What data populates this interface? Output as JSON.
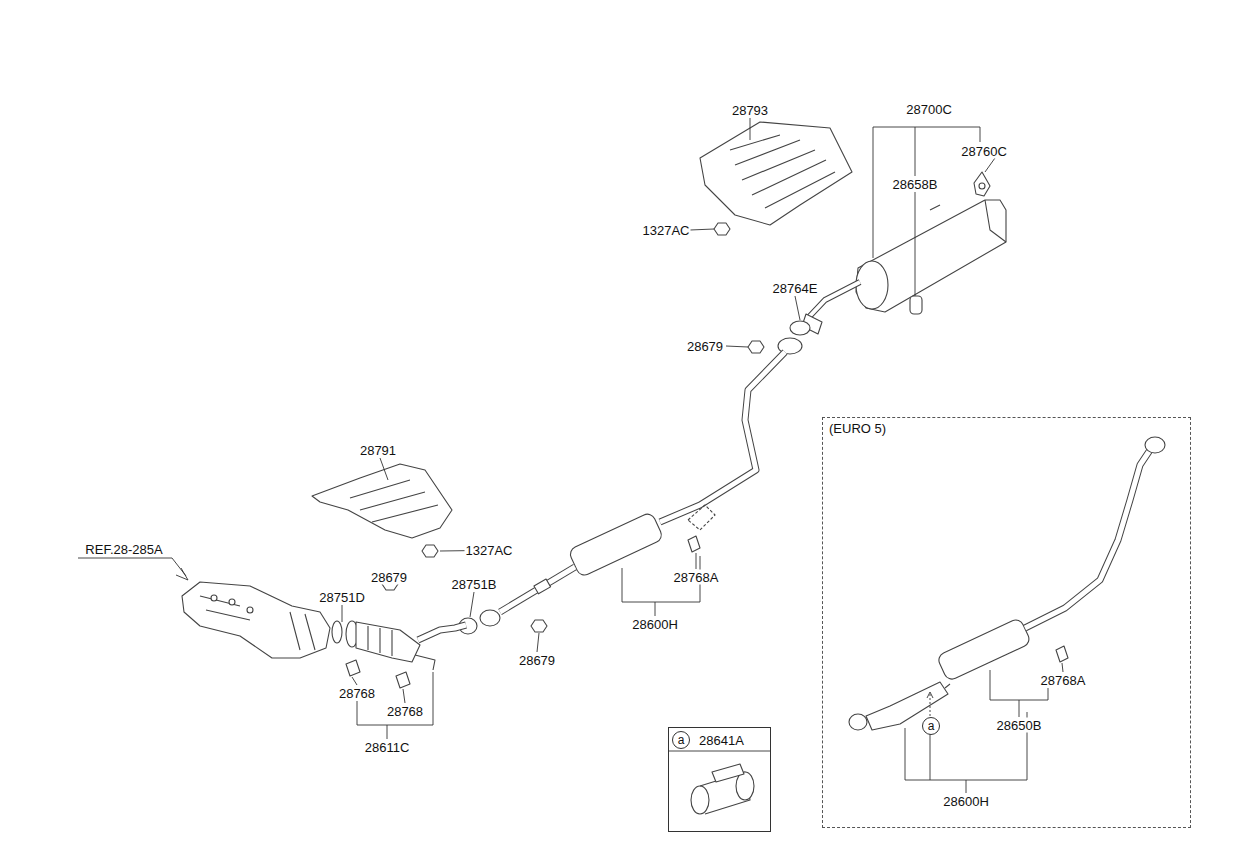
{
  "diagram": {
    "nodes": [
      {
        "text": [
          "(EURO 5)"
        ]
      },
      {
        "text": [
          "a"
        ],
        "in": 0
      },
      {
        "text": [
          "28641A"
        ]
      },
      {
        "text": [
          "a"
        ],
        "in": 2
      }
    ],
    "labels": [
      "28793",
      "28700C",
      "28760C",
      "28658B",
      "1327AC",
      "28764E",
      "28679",
      "28791",
      "1327AC",
      "REF.28-285A",
      "28751D",
      "28679",
      "28751B",
      "28679",
      "28768A",
      "28600H",
      "28768",
      "28768",
      "28611C",
      "28768A",
      "28650B",
      "28600H"
    ]
  }
}
